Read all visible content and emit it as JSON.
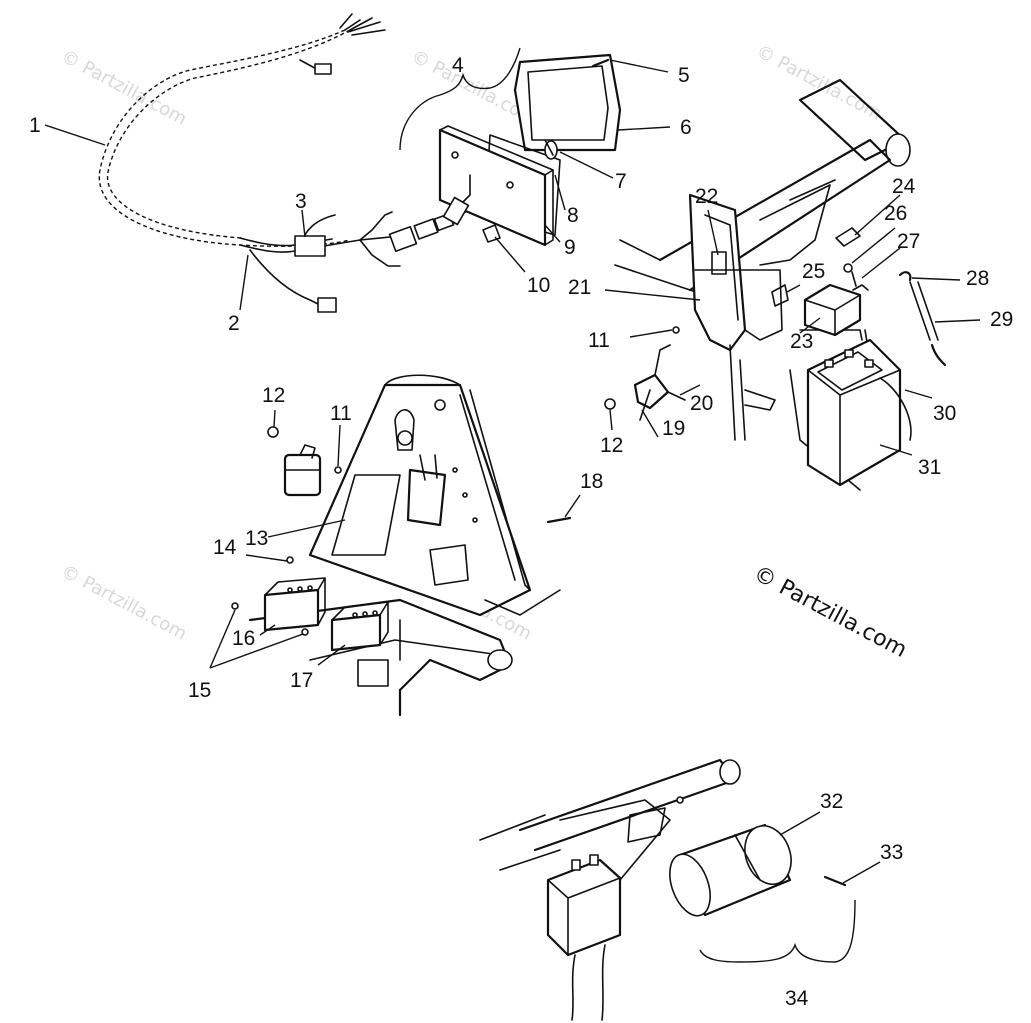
{
  "watermark_text": "© Partzilla.com",
  "copyright_text": "© Partzilla.com",
  "labels": {
    "p1": "1",
    "p2": "2",
    "p3": "3",
    "p4": "4",
    "p5": "5",
    "p6": "6",
    "p7": "7",
    "p8": "8",
    "p9": "9",
    "p10": "10",
    "p11a": "11",
    "p11b": "11",
    "p12a": "12",
    "p12b": "12",
    "p13": "13",
    "p14": "14",
    "p15": "15",
    "p16": "16",
    "p17": "17",
    "p18": "18",
    "p19": "19",
    "p20": "20",
    "p21": "21",
    "p22": "22",
    "p23": "23",
    "p24": "24",
    "p25": "25",
    "p26": "26",
    "p27": "27",
    "p28": "28",
    "p29": "29",
    "p30": "30",
    "p31": "31",
    "p32": "32",
    "p33": "33",
    "p34": "34"
  }
}
